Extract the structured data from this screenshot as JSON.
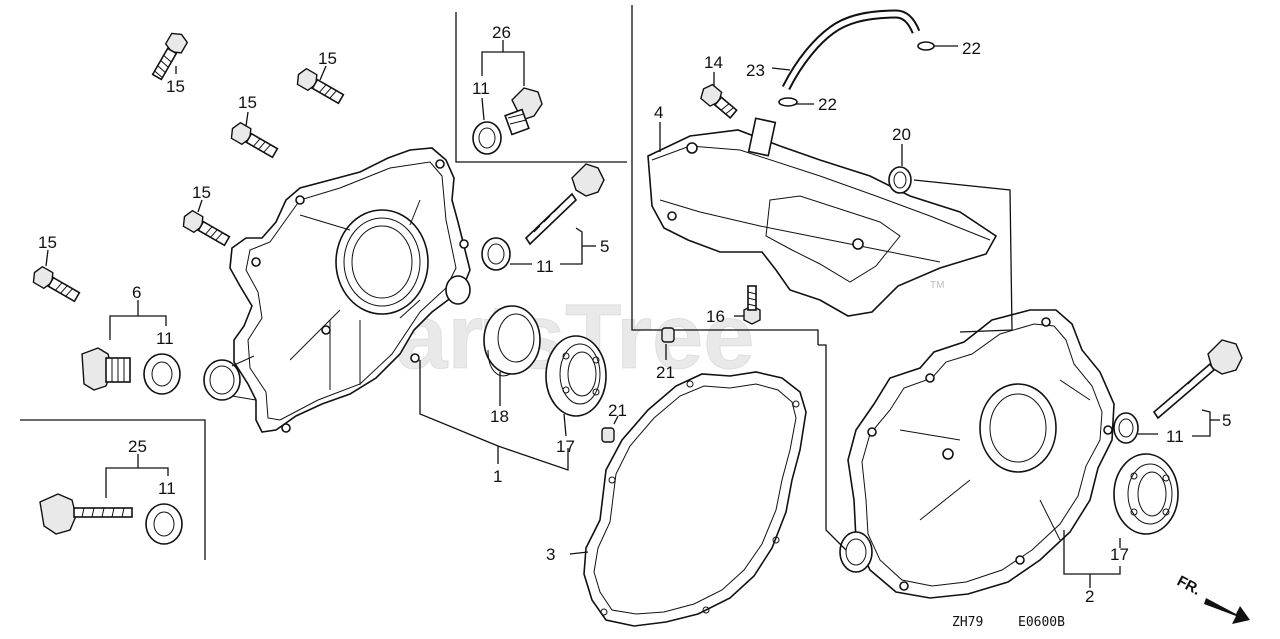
{
  "diagram": {
    "watermark": "PartsTree",
    "trademark": "TM",
    "direction_label": "FR.",
    "drawing_codes": [
      "ZH79",
      "E0600B"
    ],
    "callouts": {
      "c26": "26",
      "c11_box": "11",
      "c15_a": "15",
      "c15_b": "15",
      "c15_c": "15",
      "c15_d": "15",
      "c15_e": "15",
      "c6": "6",
      "c11_plug": "11",
      "c25": "25",
      "c11_dip": "11",
      "c5_left": "5",
      "c11_left": "11",
      "c18": "18",
      "c17_left": "17",
      "c1": "1",
      "c21_a": "21",
      "c21_b": "21",
      "c3": "3",
      "c14": "14",
      "c23": "23",
      "c22_a": "22",
      "c22_b": "22",
      "c4": "4",
      "c20": "20",
      "c16": "16",
      "c5_right": "5",
      "c11_right": "11",
      "c17_right": "17",
      "c2": "2"
    }
  }
}
